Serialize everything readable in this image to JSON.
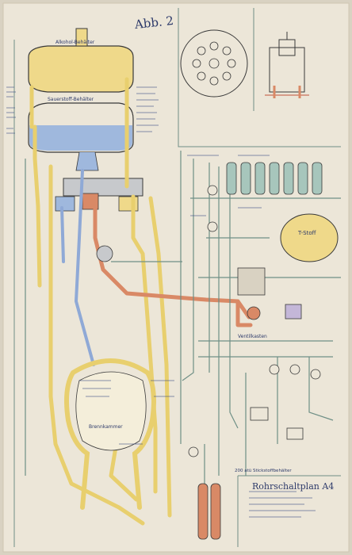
{
  "sheet": {
    "stamp": "Abb. 2",
    "title": "Rohrschaltplan A4",
    "pressure_note": "200 atü Stickstoffbehälter",
    "upper_tank_label": "Alkohol-Behälter",
    "lower_tank_label": "Sauerstoff-Behälter",
    "chamber_label": "Brennkammer",
    "box_label": "Ventilkasten",
    "t_stoff_label": "T-Stoff"
  },
  "colors": {
    "paper": "#ece6d8",
    "alcohol": "#efd98a",
    "oxygen": "#9fb8dd",
    "steam": "#d98966",
    "line": "#6f8f86",
    "ink": "#2d3a6a"
  }
}
